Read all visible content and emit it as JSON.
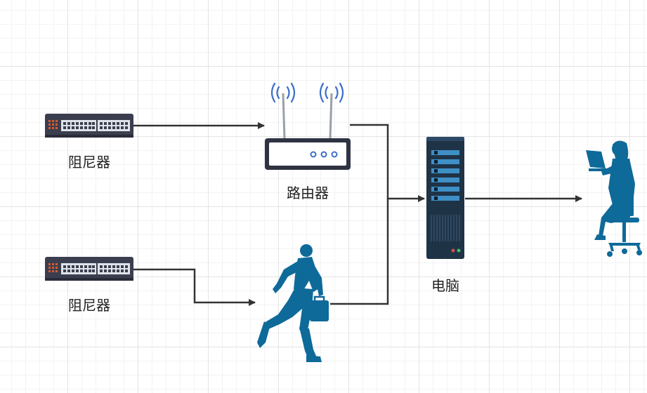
{
  "diagram": {
    "nodes": [
      {
        "id": "attenuator-1",
        "label": "阻尼器",
        "icon": "network-switch-icon"
      },
      {
        "id": "attenuator-2",
        "label": "阻尼器",
        "icon": "network-switch-icon"
      },
      {
        "id": "router",
        "label": "路由器",
        "icon": "wireless-router-icon"
      },
      {
        "id": "running-man",
        "label": "",
        "icon": "running-businessman-icon"
      },
      {
        "id": "computer",
        "label": "电脑",
        "icon": "server-tower-icon"
      },
      {
        "id": "user",
        "label": "",
        "icon": "person-at-laptop-icon"
      }
    ],
    "edges": [
      {
        "from": "attenuator-1",
        "to": "router"
      },
      {
        "from": "attenuator-2",
        "to": "running-man"
      },
      {
        "from": "router",
        "to": "computer"
      },
      {
        "from": "running-man",
        "to": "computer"
      },
      {
        "from": "computer",
        "to": "user"
      }
    ]
  },
  "colors": {
    "switch_body": "#3b3e4f",
    "switch_ports": "#dfe3ea",
    "switch_indicator": "#d85a2e",
    "router_signal": "#3b6fc9",
    "figure_blue": "#0e6a99",
    "server_body": "#1f3347",
    "server_slot": "#3f8fc7",
    "edge": "#333333"
  }
}
